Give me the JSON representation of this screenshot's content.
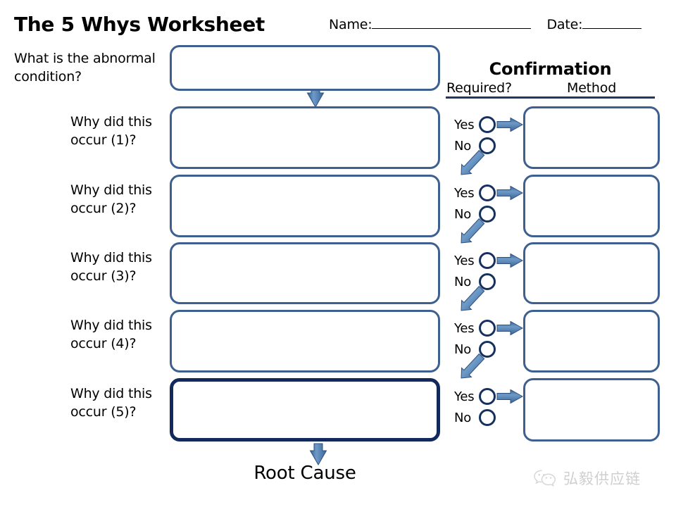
{
  "header": {
    "title": "The 5 Whys Worksheet",
    "name_label": "Name:",
    "date_label": "Date:",
    "name_blank": "____________________",
    "date_blank": "________"
  },
  "confirmation": {
    "title": "Confirmation",
    "required_label": "Required?",
    "method_label": "Method",
    "yes_label": "Yes",
    "no_label": "No"
  },
  "rows": [
    {
      "question": "What is the abnormal\ncondition?",
      "answer_value": "",
      "has_confirmation": false,
      "emphasis": false
    },
    {
      "question": "Why did this\noccur (1)?",
      "answer_value": "",
      "method_value": "",
      "has_confirmation": true,
      "has_no_arrow": true,
      "emphasis": false
    },
    {
      "question": "Why did this\noccur (2)?",
      "answer_value": "",
      "method_value": "",
      "has_confirmation": true,
      "has_no_arrow": true,
      "emphasis": false
    },
    {
      "question": "Why did this\noccur (3)?",
      "answer_value": "",
      "method_value": "",
      "has_confirmation": true,
      "has_no_arrow": true,
      "emphasis": false
    },
    {
      "question": "Why did this\noccur (4)?",
      "answer_value": "",
      "method_value": "",
      "has_confirmation": true,
      "has_no_arrow": true,
      "emphasis": false
    },
    {
      "question": "Why did this\noccur (5)?",
      "answer_value": "",
      "method_value": "",
      "has_confirmation": true,
      "has_no_arrow": false,
      "emphasis": true
    }
  ],
  "footer": {
    "root_cause_label": "Root Cause"
  },
  "watermark": {
    "text": "弘毅供应链",
    "icon": "wechat-icon"
  },
  "colors": {
    "box_border": "#3E6090",
    "box_border_emphasis": "#12295C",
    "circle_stroke": "#16315F",
    "arrow_fill": "#4472A8",
    "arrow_stroke": "#2E5180",
    "rule": "#1F3864",
    "text": "#000000"
  }
}
